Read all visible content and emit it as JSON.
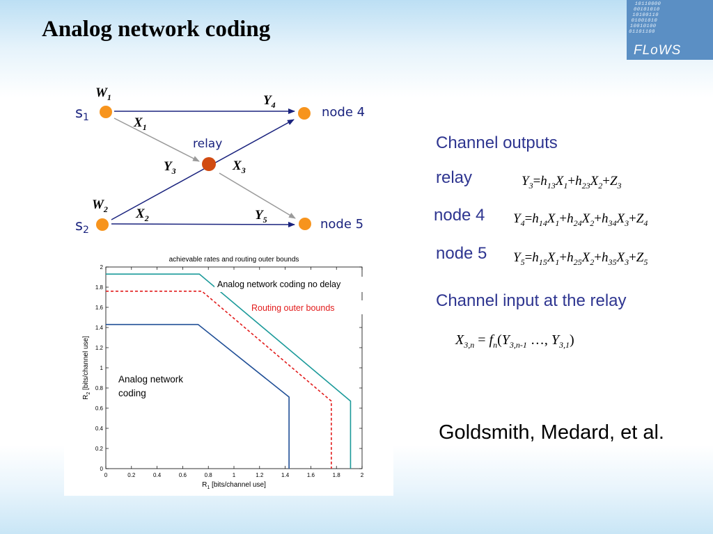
{
  "title": "Analog network coding",
  "logo": {
    "text": "FLoWS",
    "bits": "10110000\n00101010\n10100110\n01001010\n10010100\n01101100"
  },
  "network": {
    "labels": {
      "w1": "W",
      "w1_sub": "1",
      "w2": "W",
      "w2_sub": "2",
      "s1": "s",
      "s1_sub": "1",
      "s2": "s",
      "s2_sub": "2",
      "x1": "X",
      "x1_sub": "1",
      "x2": "X",
      "x2_sub": "2",
      "x3": "X",
      "x3_sub": "3",
      "y3": "Y",
      "y3_sub": "3",
      "y4": "Y",
      "y4_sub": "4",
      "y5": "Y",
      "y5_sub": "5",
      "relay": "relay",
      "node4": "node 4",
      "node5": "node 5"
    },
    "colors": {
      "source": "#f7941d",
      "relay": "#d14b12",
      "arrow": "#1a237e",
      "arrow_gray": "#9a9a9a"
    }
  },
  "channel": {
    "outputs_heading": "Channel outputs",
    "rows": [
      {
        "label": "relay",
        "lhs": "Y",
        "lhs_sub": "3",
        "terms": [
          [
            "h",
            "13",
            "X",
            "1"
          ],
          [
            "h",
            "23",
            "X",
            "2"
          ]
        ],
        "noise": "Z",
        "noise_sub": "3"
      },
      {
        "label": "node 4",
        "lhs": "Y",
        "lhs_sub": "4",
        "terms": [
          [
            "h",
            "14",
            "X",
            "1"
          ],
          [
            "h",
            "24",
            "X",
            "2"
          ],
          [
            "h",
            "34",
            "X",
            "3"
          ]
        ],
        "noise": "Z",
        "noise_sub": "4"
      },
      {
        "label": "node 5",
        "lhs": "Y",
        "lhs_sub": "5",
        "terms": [
          [
            "h",
            "15",
            "X",
            "1"
          ],
          [
            "h",
            "25",
            "X",
            "2"
          ],
          [
            "h",
            "35",
            "X",
            "3"
          ]
        ],
        "noise": "Z",
        "noise_sub": "5"
      }
    ],
    "input_heading": "Channel input at the relay",
    "input_eq": {
      "lhs": "X",
      "lhs_sub": "3,n",
      "f": "f",
      "f_sub": "n",
      "arg1": "Y",
      "arg1_sub": "3,n-1",
      "dots": "…,",
      "arg2": "Y",
      "arg2_sub": "3,1"
    }
  },
  "citation": "Goldsmith, Medard, et al.",
  "chart_data": {
    "type": "line",
    "title": "achievable rates and routing outer bounds",
    "xlabel": "R",
    "xlabel_sub": "1",
    "xlabel_unit": " [bits/channel use]",
    "ylabel": "R",
    "ylabel_sub": "2",
    "ylabel_unit": " [bits/channel use]",
    "xlim": [
      0,
      2
    ],
    "ylim": [
      0,
      2
    ],
    "xticks": [
      "0",
      "0.2",
      "0.4",
      "0.6",
      "0.8",
      "1",
      "1.2",
      "1.4",
      "1.6",
      "1.8",
      "2"
    ],
    "yticks": [
      "0",
      "0.2",
      "0.4",
      "0.6",
      "0.8",
      "1",
      "1.2",
      "1.4",
      "1.6",
      "1.8",
      "2"
    ],
    "grid": false,
    "series": [
      {
        "name": "Analog network coding no delay",
        "color": "#1b9a9a",
        "dash": "solid",
        "x": [
          0,
          0.73,
          1.91,
          1.91
        ],
        "y": [
          1.93,
          1.93,
          0.67,
          0
        ]
      },
      {
        "name": "Routing outer bounds",
        "color": "#e21b1b",
        "dash": "dashed",
        "x": [
          0,
          0.75,
          1.76,
          1.76
        ],
        "y": [
          1.76,
          1.76,
          0.67,
          0
        ]
      },
      {
        "name": "Analog network coding",
        "color": "#1f4e96",
        "dash": "solid",
        "x": [
          0,
          0.72,
          1.43,
          1.43
        ],
        "y": [
          1.43,
          1.43,
          0.71,
          0
        ]
      }
    ],
    "annotations": [
      {
        "text": "Analog network coding no delay",
        "color": "#000000"
      },
      {
        "text": "Routing outer bounds",
        "color": "#e21b1b"
      },
      {
        "text": "Analog network",
        "color": "#000000"
      },
      {
        "text": "coding",
        "color": "#000000"
      }
    ]
  }
}
